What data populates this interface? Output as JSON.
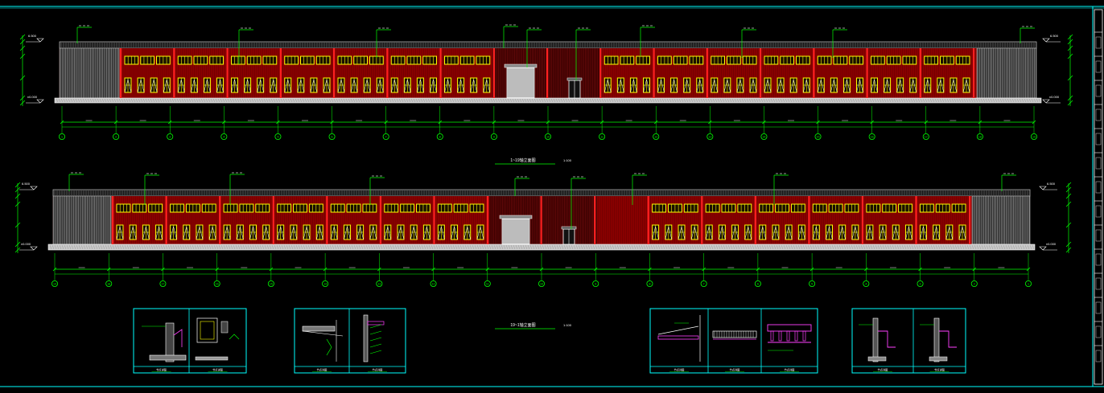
{
  "drawing": {
    "elevations": [
      {
        "id": "elev-1",
        "title": "1~19轴立面图",
        "scale": "1:100",
        "axis_labels": [
          "1",
          "2",
          "3",
          "4",
          "5",
          "6",
          "7",
          "8",
          "9",
          "10",
          "11",
          "12",
          "13",
          "14",
          "15",
          "16",
          "17",
          "18",
          "19"
        ],
        "level_labels_left": [
          "6.500",
          "±0.000"
        ],
        "level_labels_right": [
          "6.500",
          "±0.000"
        ]
      },
      {
        "id": "elev-2",
        "title": "19~1轴立面图",
        "scale": "1:100",
        "axis_labels": [
          "19",
          "18",
          "17",
          "16",
          "15",
          "14",
          "13",
          "12",
          "11",
          "10",
          "9",
          "8",
          "7",
          "6",
          "5",
          "4",
          "3",
          "2",
          "1"
        ],
        "level_labels_left": [
          "6.500",
          "±0.000"
        ],
        "level_labels_right": [
          "6.500",
          "±0.000"
        ]
      }
    ],
    "details": [
      {
        "id": "detail-group-1",
        "captions": [
          "节点详图",
          "节点详图"
        ]
      },
      {
        "id": "detail-group-2",
        "captions": [
          "节点详图",
          "节点详图"
        ]
      },
      {
        "id": "detail-group-3",
        "captions": [
          "节点详图",
          "节点详图",
          "节点详图"
        ]
      },
      {
        "id": "detail-group-4",
        "captions": [
          "节点详图",
          "节点详图"
        ]
      }
    ],
    "colors": {
      "background": "#000000",
      "frame": "#00ffff",
      "wall": "#8b0000",
      "column": "#ff2020",
      "window": "#ffff00",
      "dim": "#00ff00",
      "gray": "#b0b0b0",
      "white": "#ffffff",
      "magenta": "#ff40ff"
    }
  }
}
